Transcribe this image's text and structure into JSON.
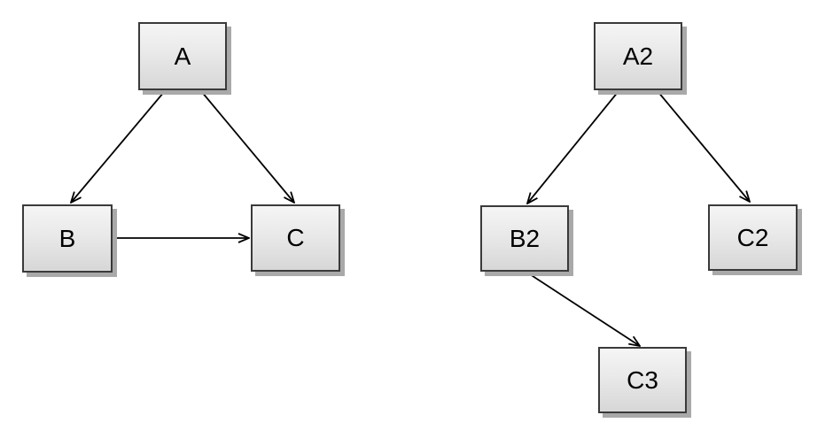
{
  "page": {
    "background_color": "#ffffff"
  },
  "style": {
    "node_fill_top": "#f5f5f5",
    "node_fill_bottom": "#d7d7d7",
    "node_border_color": "#3a3a3a",
    "node_shadow_color": "#a9a9a9",
    "edge_color": "#000000",
    "label_color": "#000000"
  },
  "diagram": {
    "graphs": [
      {
        "name": "left-graph",
        "nodes": [
          {
            "id": "A",
            "label": "A"
          },
          {
            "id": "B",
            "label": "B"
          },
          {
            "id": "C",
            "label": "C"
          }
        ],
        "edges": [
          {
            "from": "A",
            "to": "B"
          },
          {
            "from": "A",
            "to": "C"
          },
          {
            "from": "B",
            "to": "C"
          }
        ]
      },
      {
        "name": "right-graph",
        "nodes": [
          {
            "id": "A2",
            "label": "A2"
          },
          {
            "id": "B2",
            "label": "B2"
          },
          {
            "id": "C2",
            "label": "C2"
          },
          {
            "id": "C3",
            "label": "C3"
          }
        ],
        "edges": [
          {
            "from": "A2",
            "to": "B2"
          },
          {
            "from": "A2",
            "to": "C2"
          },
          {
            "from": "B2",
            "to": "C3"
          }
        ]
      }
    ]
  }
}
